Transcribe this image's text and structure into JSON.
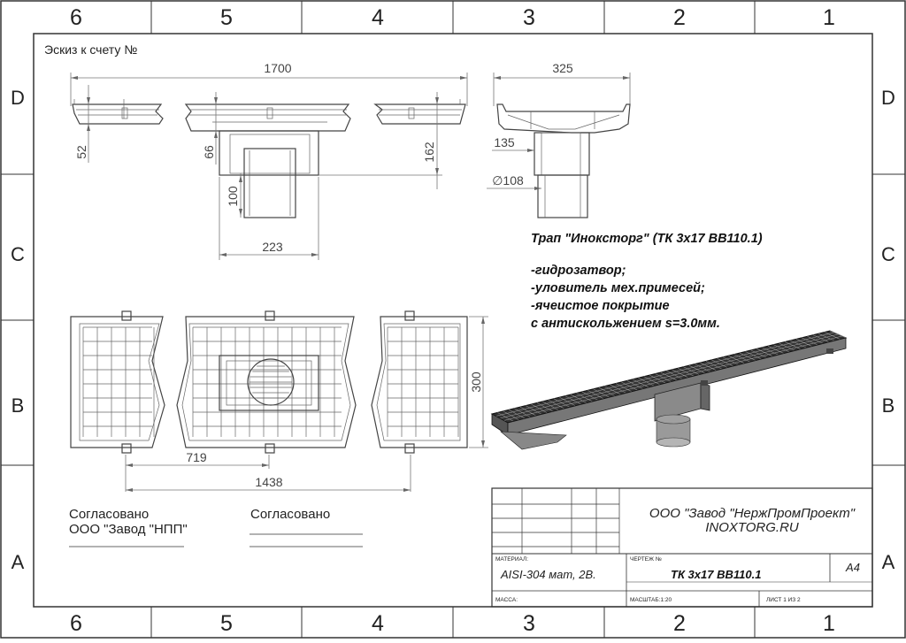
{
  "zones": {
    "columns": [
      "6",
      "5",
      "4",
      "3",
      "2",
      "1"
    ],
    "rows": [
      "D",
      "C",
      "B",
      "A"
    ]
  },
  "sketch_title": "Эскиз к счету №",
  "dimensions": {
    "overall_length": "1700",
    "width_section": "325",
    "depth_side": "52",
    "depth_trap": "66",
    "depth_total": "162",
    "outlet_height": "100",
    "trap_width": "223",
    "outlet_offset": "135",
    "outlet_diameter": "∅108",
    "plan_width": "300",
    "outlet_position": "719",
    "mount_spacing": "1438"
  },
  "product_notes": [
    "Трап \"Инoксторг\" (ТК 3х17 ВВ110.1)",
    "",
    "-гидрозатвор;",
    "-уловитель мех.примесей;",
    "-ячеистое покрытие",
    "с антискольжением s=3.0мм."
  ],
  "approvals": {
    "left_line1": "Согласовано",
    "left_line2": "ООО \"Завод \"НПП\"",
    "right_line1": "Согласовано"
  },
  "title_block": {
    "company": "ООО \"Завод \"НержПромПроект\"",
    "website": "INOXTORG.RU",
    "material_label": "МАТЕРИАЛ:",
    "material_value": "AISI-304 мат, 2В.",
    "drawing_no_label": "ЧЕРТЕЖ №",
    "drawing_no_value": "ТК 3х17 ВВ110.1",
    "sheet_size": "A4",
    "mass_label": "МАССА:",
    "scale_label": "МАСШТАБ:1:20",
    "sheet_label": "ЛИСТ 1 ИЗ 2"
  }
}
